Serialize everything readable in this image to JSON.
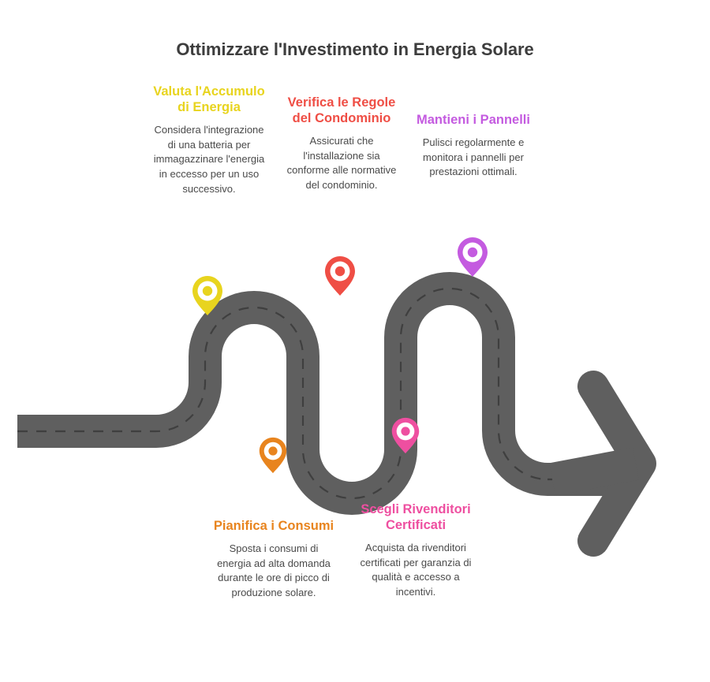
{
  "title": "Ottimizzare l'Investimento in Energia Solare",
  "colors": {
    "road": "#5f5f5f",
    "road_dash": "#3f3f3f",
    "title": "#3d3d3d",
    "body_text": "#4a4a4a",
    "background": "#ffffff"
  },
  "steps": [
    {
      "id": "valuta-accumulo-energia",
      "heading": "Valuta l'Accumulo di Energia",
      "body": "Considera l'integrazione di una batteria per immagazzinare l'energia in eccesso per un uso successivo.",
      "color": "#e8d41e",
      "position": "above",
      "pin_icon": "map-pin-icon"
    },
    {
      "id": "verifica-regole-condominio",
      "heading": "Verifica le Regole del Condominio",
      "body": "Assicurati che l'installazione sia conforme alle normative del condominio.",
      "color": "#ef4e45",
      "position": "above",
      "pin_icon": "map-pin-icon"
    },
    {
      "id": "mantieni-pannelli",
      "heading": "Mantieni i Pannelli",
      "body": "Pulisci regolarmente e monitora i pannelli per prestazioni ottimali.",
      "color": "#c45be0",
      "position": "above",
      "pin_icon": "map-pin-icon"
    },
    {
      "id": "pianifica-consumi",
      "heading": "Pianifica i Consumi",
      "body": "Sposta i consumi di energia ad alta domanda durante le ore di picco di produzione solare.",
      "color": "#e8841e",
      "position": "below",
      "pin_icon": "map-pin-icon"
    },
    {
      "id": "scegli-rivenditori-certificati",
      "heading": "Scegli Rivenditori Certificati",
      "body": "Acquista da rivenditori certificati per garanzia di qualità e accesso a incentivi.",
      "color": "#ee4fa0",
      "position": "below",
      "pin_icon": "map-pin-icon"
    }
  ],
  "road": {
    "label": "winding-road-arrow",
    "direction": "left-to-right",
    "arrow_icon": "arrow-right-icon"
  }
}
